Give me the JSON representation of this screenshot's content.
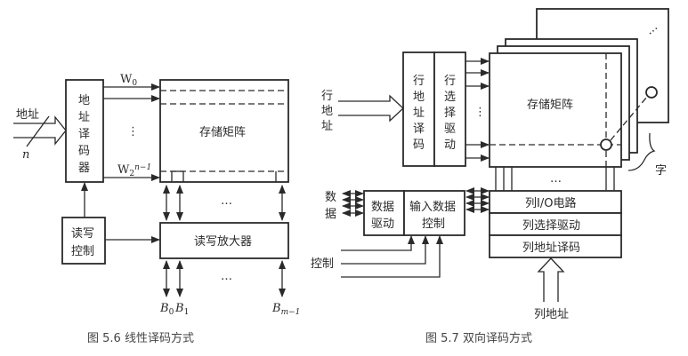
{
  "fig56": {
    "caption": "图 5.6   线性译码方式",
    "address_label": "地址",
    "bus_width": "n",
    "decoder": [
      "地",
      "址",
      "译",
      "码",
      "器"
    ],
    "word_line_first": "W",
    "word_line_first_sub": "0",
    "word_line_last": "W",
    "word_line_last_sub": "2",
    "word_line_last_sup": "n−1",
    "vdots": "⋮",
    "matrix_label": "存储矩阵",
    "rw_control": [
      "读写",
      "控制"
    ],
    "amplifier_label": "读写放大器",
    "ellipsis": "…",
    "bit_lines": [
      {
        "name": "B",
        "sub": "0"
      },
      {
        "name": "B",
        "sub": "1"
      },
      {
        "name": "B",
        "sub": "m−1"
      }
    ]
  },
  "fig57": {
    "caption": "图 5.7   双向译码方式",
    "row_address": [
      "行",
      "地",
      "址"
    ],
    "row_decoder": [
      "行",
      "地",
      "址",
      "译",
      "码"
    ],
    "row_driver": [
      "行",
      "选",
      "择",
      "驱",
      "动"
    ],
    "vdots": "⋮",
    "matrix_label": "存储矩阵",
    "word_label": "字",
    "ellipsis": "…",
    "data_label": [
      "数",
      "据"
    ],
    "data_driver": [
      "数据",
      "驱动"
    ],
    "input_control": [
      "输入数据",
      "控制"
    ],
    "control_label": "控制",
    "col_io": "列I/O电路",
    "col_driver": "列选择驱动",
    "col_decoder": "列地址译码",
    "col_address": "列地址"
  }
}
